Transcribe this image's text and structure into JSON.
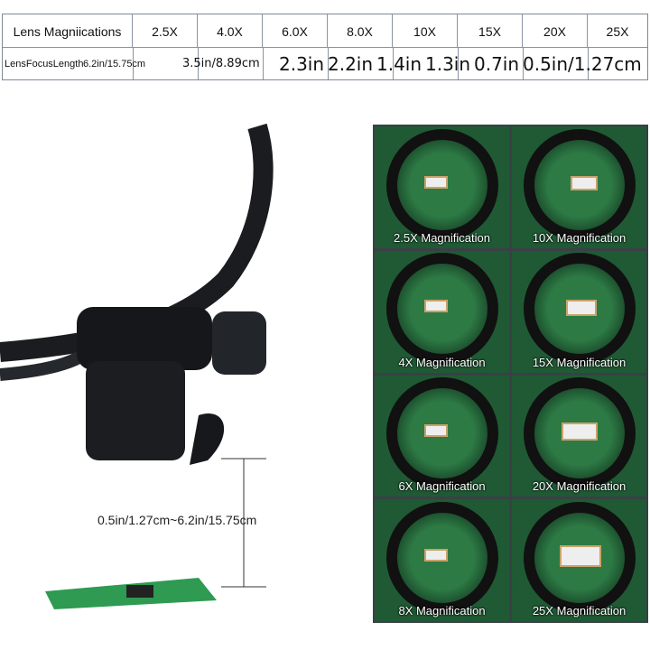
{
  "table": {
    "header_label": "Lens Magniications",
    "magnifications": [
      "2.5X",
      "4.0X",
      "6.0X",
      "8.0X",
      "10X",
      "15X",
      "20X",
      "25X"
    ],
    "row_label": "LensFocusLength",
    "focus_lengths": [
      "6.2in/15.75cm",
      "3.5in/8.89cm",
      "2.3in",
      "2.2in",
      "1.4in",
      "1.3in",
      "0.7in",
      "0.5in/1.27cm"
    ]
  },
  "distance_label": "0.5in/1.27cm~6.2in/15.75cm",
  "tiles": [
    {
      "caption": "2.5X Magnification"
    },
    {
      "caption": "10X Magnification"
    },
    {
      "caption": "4X Magnification"
    },
    {
      "caption": "15X Magnification"
    },
    {
      "caption": "6X Magnification"
    },
    {
      "caption": "20X Magnification"
    },
    {
      "caption": "8X Magnification"
    },
    {
      "caption": "25X Magnification"
    }
  ]
}
